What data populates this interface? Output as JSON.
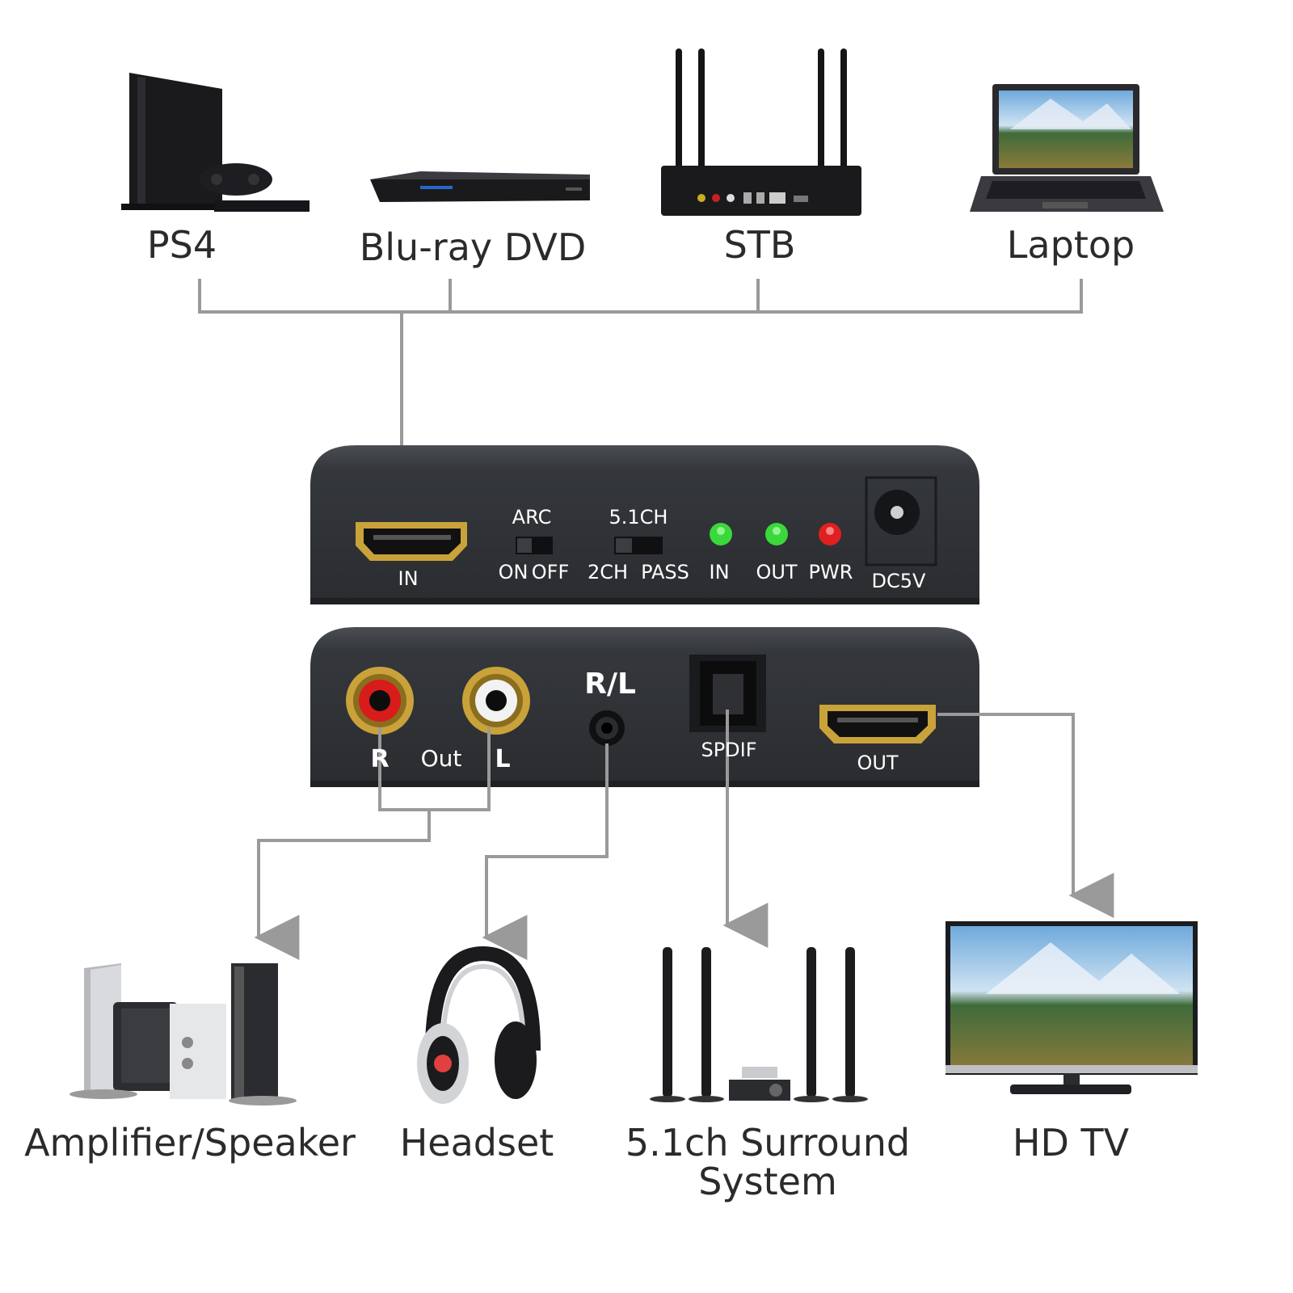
{
  "sources": [
    {
      "label": "PS4",
      "icon": "ps4-console-icon"
    },
    {
      "label": "Blu-ray DVD",
      "icon": "bluray-player-icon"
    },
    {
      "label": "STB",
      "icon": "set-top-box-icon"
    },
    {
      "label": "Laptop",
      "icon": "laptop-icon"
    }
  ],
  "device_front": {
    "hdmi_in": "IN",
    "arc_title": "ARC",
    "arc_on": "ON",
    "arc_off": "OFF",
    "mode_title": "5.1CH",
    "mode_2ch": "2CH",
    "mode_pass": "PASS",
    "led_in": "IN",
    "led_out": "OUT",
    "led_pwr": "PWR",
    "dc": "DC5V"
  },
  "device_back": {
    "rca_r": "R",
    "rca_out": "Out",
    "rca_l": "L",
    "jack": "R/L",
    "spdif": "SPDIF",
    "hdmi_out": "OUT"
  },
  "outputs": [
    {
      "label": "Amplifier/Speaker",
      "icon": "speaker-set-icon"
    },
    {
      "label": "Headset",
      "icon": "headphones-icon"
    },
    {
      "label": "5.1ch Surround System",
      "icon": "surround-system-icon"
    },
    {
      "label": "HD TV",
      "icon": "hd-tv-icon"
    }
  ],
  "colors": {
    "device_body": "#2f3236",
    "connector_line": "#9a9a9a",
    "hdmi_gold": "#c9a23a",
    "led_green": "#3ad83a",
    "led_red": "#e02020",
    "rca_red": "#d81b1b"
  }
}
